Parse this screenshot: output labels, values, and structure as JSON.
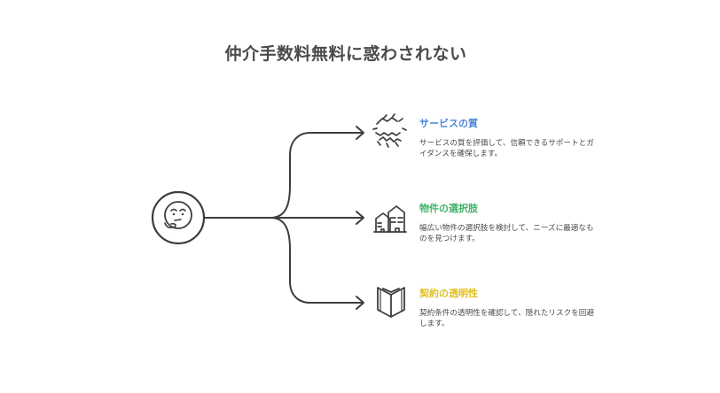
{
  "title": "仲介手数料無料に惑わされない",
  "colors": {
    "line": "#3d3d3d",
    "item1": "#4a86d8",
    "item2": "#3fb16a",
    "item3": "#e0c020"
  },
  "items": [
    {
      "title": "サービスの質",
      "desc": "サービスの質を評価して、信頼できるサポートとガイダンスを確保します。",
      "icon": "handshake-icon"
    },
    {
      "title": "物件の選択肢",
      "desc": "幅広い物件の選択肢を検討して、ニーズに最適なものを見つけます。",
      "icon": "buildings-icon"
    },
    {
      "title": "契約の透明性",
      "desc": "契約条件の透明性を確認して、隠れたリスクを回避します。",
      "icon": "book-icon"
    }
  ],
  "center_icon": "thinking-face-icon"
}
